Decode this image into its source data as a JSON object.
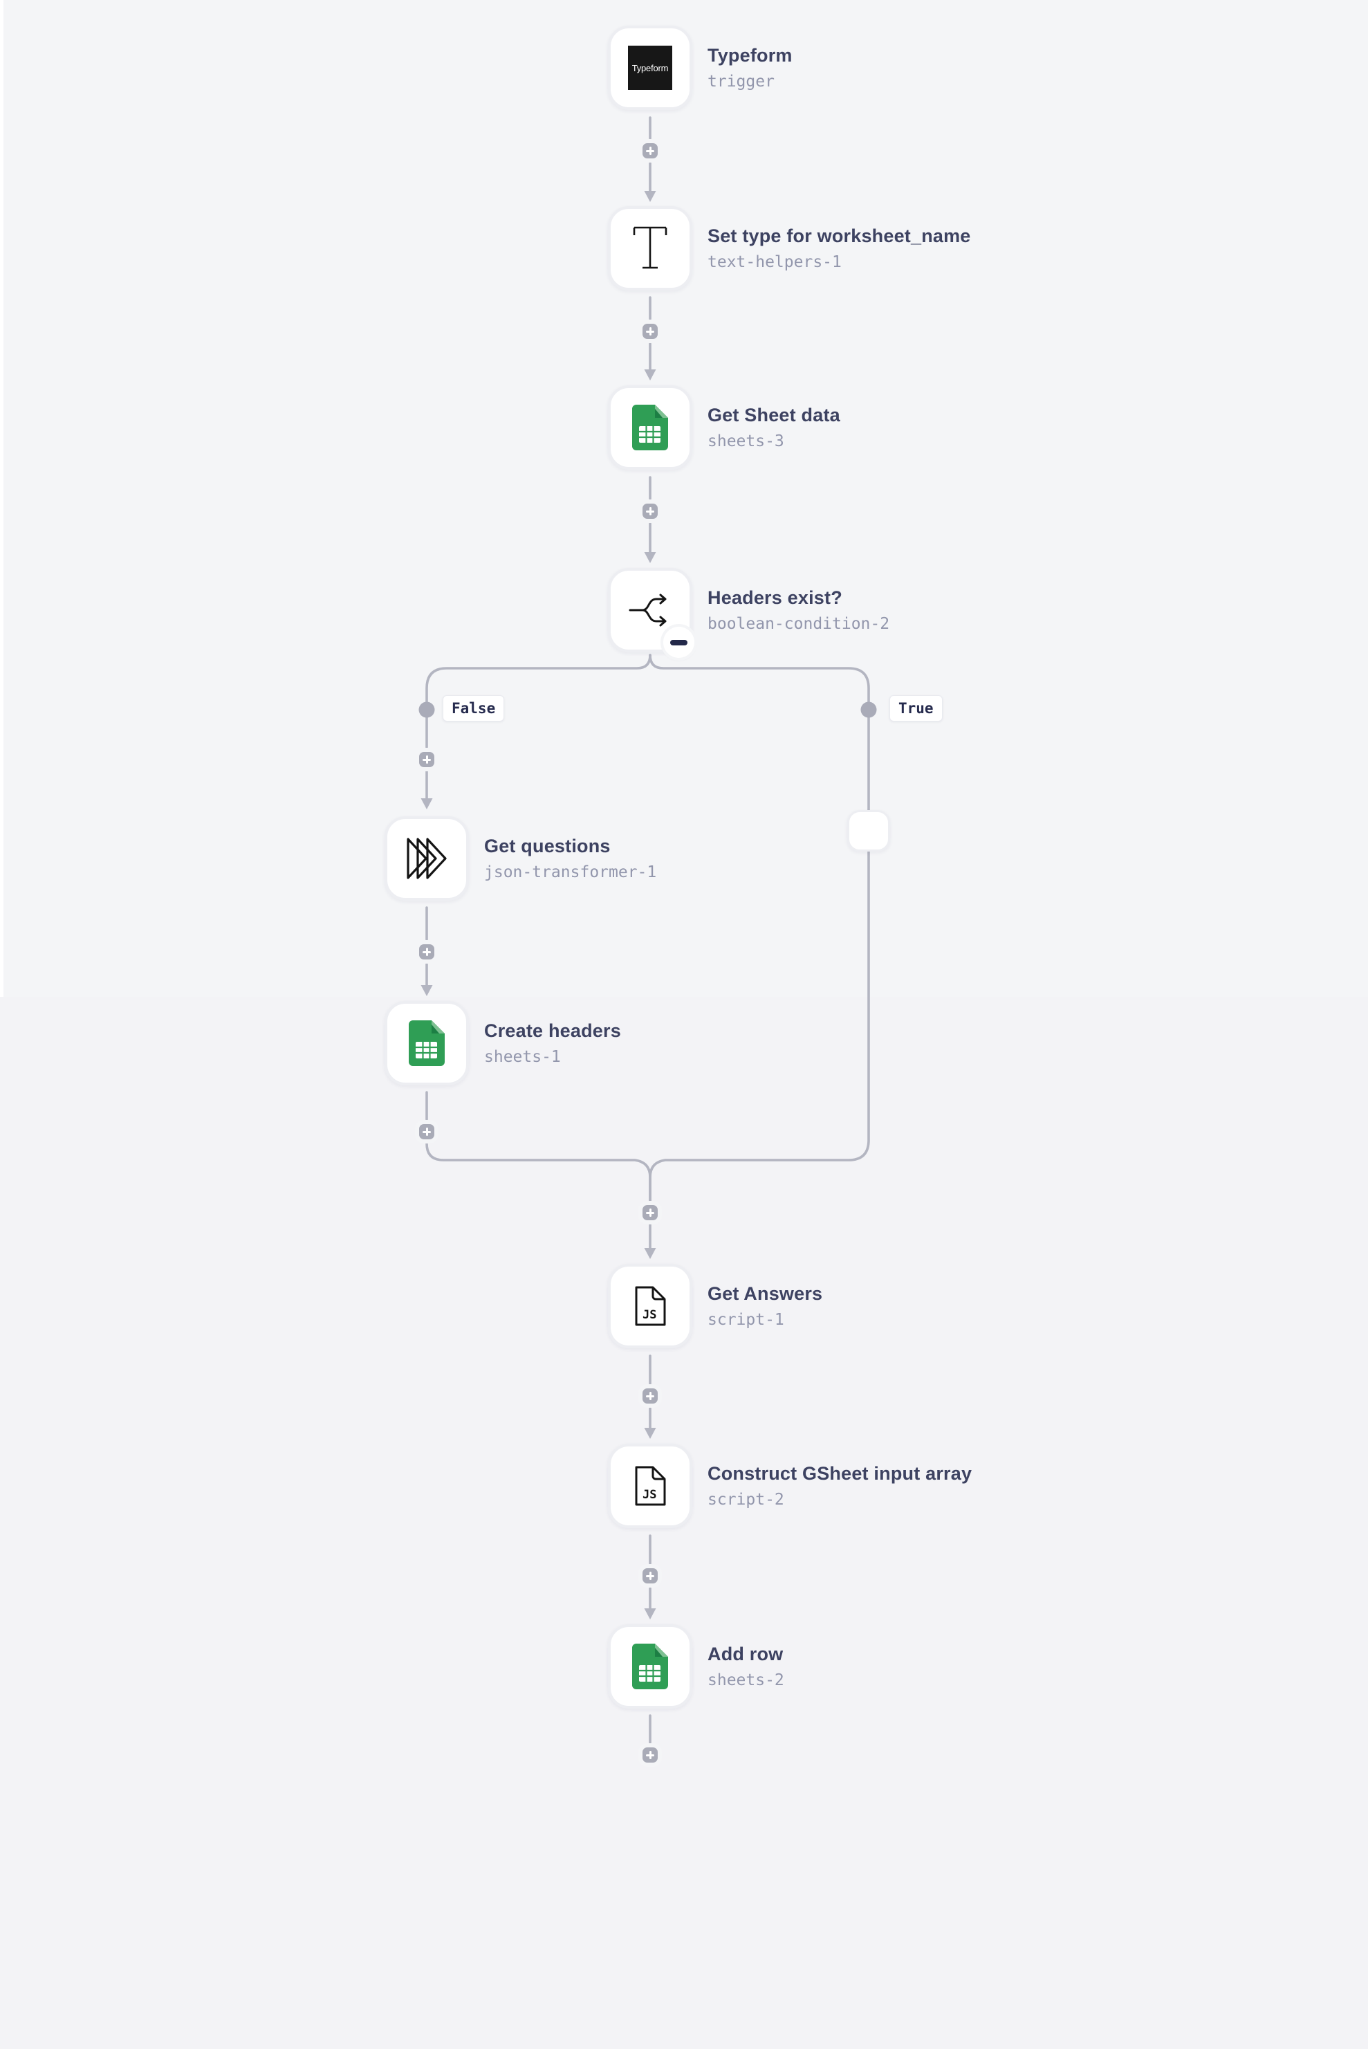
{
  "app": {
    "name": "workflow-canvas"
  },
  "colors": {
    "background_top": "#f4f5f7",
    "background_bottom": "#f3f3f6",
    "connector": "#b3b5c1",
    "plus_button": "#a9abb7",
    "node_title": "#3d4261",
    "node_subtitle": "#9296ac",
    "sheets_green": "#2f9e55",
    "sheets_green_dark": "#1c7f44",
    "sheets_green_light": "#7dc091",
    "typeform_black": "#171717",
    "badge_minus": "#232849"
  },
  "branch": {
    "false_label": "False",
    "true_label": "True"
  },
  "typeform": {
    "logo_text": "Typeform"
  },
  "nodes": [
    {
      "id": "trigger",
      "title": "Typeform",
      "subtitle": "trigger",
      "icon": "typeform-logo-icon"
    },
    {
      "id": "text-helpers-1",
      "title": "Set type for worksheet_name",
      "subtitle": "text-helpers-1",
      "icon": "text-tool-icon"
    },
    {
      "id": "sheets-3",
      "title": "Get Sheet data",
      "subtitle": "sheets-3",
      "icon": "google-sheets-icon"
    },
    {
      "id": "boolean-condition-2",
      "title": "Headers exist?",
      "subtitle": "boolean-condition-2",
      "icon": "branch-icon"
    },
    {
      "id": "json-transformer-1",
      "title": "Get questions",
      "subtitle": "json-transformer-1",
      "icon": "json-transformer-icon"
    },
    {
      "id": "sheets-1",
      "title": "Create headers",
      "subtitle": "sheets-1",
      "icon": "google-sheets-icon"
    },
    {
      "id": "placeholder",
      "title": "",
      "subtitle": "",
      "icon": "empty-node"
    },
    {
      "id": "script-1",
      "title": "Get Answers",
      "subtitle": "script-1",
      "icon": "js-script-icon"
    },
    {
      "id": "script-2",
      "title": "Construct GSheet input array",
      "subtitle": "script-2",
      "icon": "js-script-icon"
    },
    {
      "id": "sheets-2",
      "title": "Add row",
      "subtitle": "sheets-2",
      "icon": "google-sheets-icon"
    }
  ],
  "icons": {
    "add_step": "plus-icon",
    "collapse_branch": "minus-icon"
  }
}
